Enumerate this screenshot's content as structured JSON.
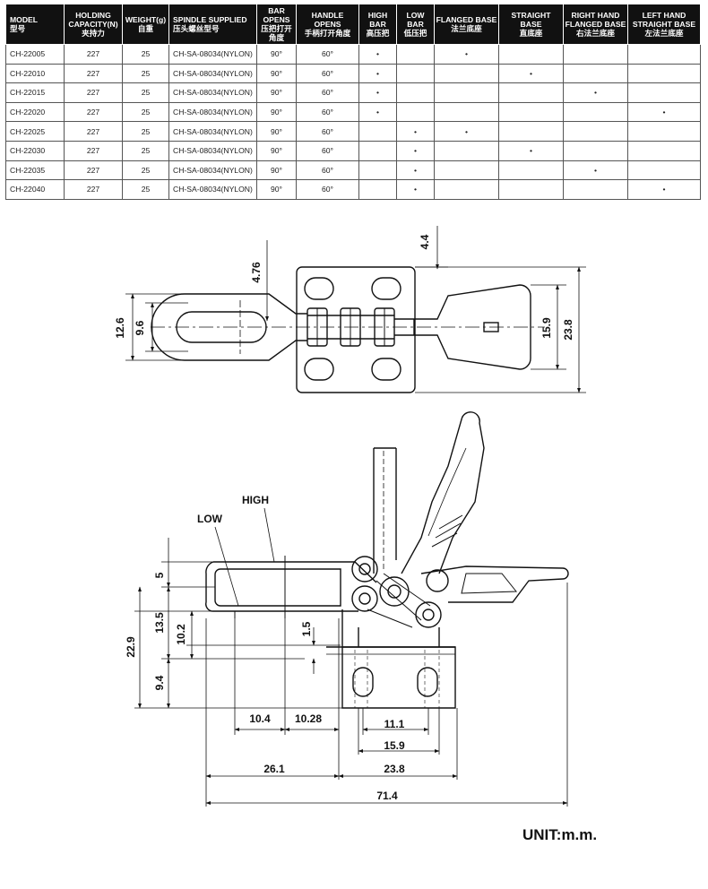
{
  "spec_table": {
    "headers": [
      {
        "en": "MODEL",
        "cn": "型号"
      },
      {
        "en": "HOLDING CAPACITY(N)",
        "cn": "夹持力"
      },
      {
        "en": "WEIGHT(g)",
        "cn": "自重"
      },
      {
        "en": "SPINDLE SUPPLIED",
        "cn": "压头螺丝型号"
      },
      {
        "en": "BAR OPENS",
        "cn": "压把打开角度"
      },
      {
        "en": "HANDLE OPENS",
        "cn": "手柄打开角度"
      },
      {
        "en": "HIGH BAR",
        "cn": "高压把"
      },
      {
        "en": "LOW BAR",
        "cn": "低压把"
      },
      {
        "en": "FLANGED BASE",
        "cn": "法兰底座"
      },
      {
        "en": "STRAIGHT BASE",
        "cn": "直底座"
      },
      {
        "en": "RIGHT HAND FLANGED BASE",
        "cn": "右法兰底座"
      },
      {
        "en": "LEFT HAND STRAIGHT BASE",
        "cn": "左法兰底座"
      }
    ],
    "rows": [
      [
        "CH-22005",
        "227",
        "25",
        "CH-SA-08034(NYLON)",
        "90°",
        "60°",
        "•",
        "",
        "•",
        "",
        "",
        ""
      ],
      [
        "CH-22010",
        "227",
        "25",
        "CH-SA-08034(NYLON)",
        "90°",
        "60°",
        "•",
        "",
        "",
        "•",
        "",
        ""
      ],
      [
        "CH-22015",
        "227",
        "25",
        "CH-SA-08034(NYLON)",
        "90°",
        "60°",
        "•",
        "",
        "",
        "",
        "•",
        ""
      ],
      [
        "CH-22020",
        "227",
        "25",
        "CH-SA-08034(NYLON)",
        "90°",
        "60°",
        "•",
        "",
        "",
        "",
        "",
        "•"
      ],
      [
        "CH-22025",
        "227",
        "25",
        "CH-SA-08034(NYLON)",
        "90°",
        "60°",
        "",
        "•",
        "•",
        "",
        "",
        ""
      ],
      [
        "CH-22030",
        "227",
        "25",
        "CH-SA-08034(NYLON)",
        "90°",
        "60°",
        "",
        "•",
        "",
        "•",
        "",
        ""
      ],
      [
        "CH-22035",
        "227",
        "25",
        "CH-SA-08034(NYLON)",
        "90°",
        "60°",
        "",
        "•",
        "",
        "",
        "•",
        ""
      ],
      [
        "CH-22040",
        "227",
        "25",
        "CH-SA-08034(NYLON)",
        "90°",
        "60°",
        "",
        "•",
        "",
        "",
        "",
        "•"
      ]
    ]
  },
  "top_view": {
    "dims": {
      "d4_4": "4.4",
      "d4_76": "4.76",
      "d12_6": "12.6",
      "d9_6": "9.6",
      "d15_9": "15.9",
      "d23_8": "23.8"
    }
  },
  "side_view": {
    "labels": {
      "high": "HIGH",
      "low": "LOW"
    },
    "dims": {
      "d5": "5",
      "d13_5": "13.5",
      "d10_2": "10.2",
      "d1_5": "1.5",
      "d22_9": "22.9",
      "d9_4": "9.4",
      "d10_4": "10.4",
      "d10_28": "10.28",
      "d11_1": "11.1",
      "d15_9": "15.9",
      "d26_1": "26.1",
      "d23_8": "23.8",
      "d71_4": "71.4"
    }
  },
  "unit_label": "UNIT:m.m."
}
